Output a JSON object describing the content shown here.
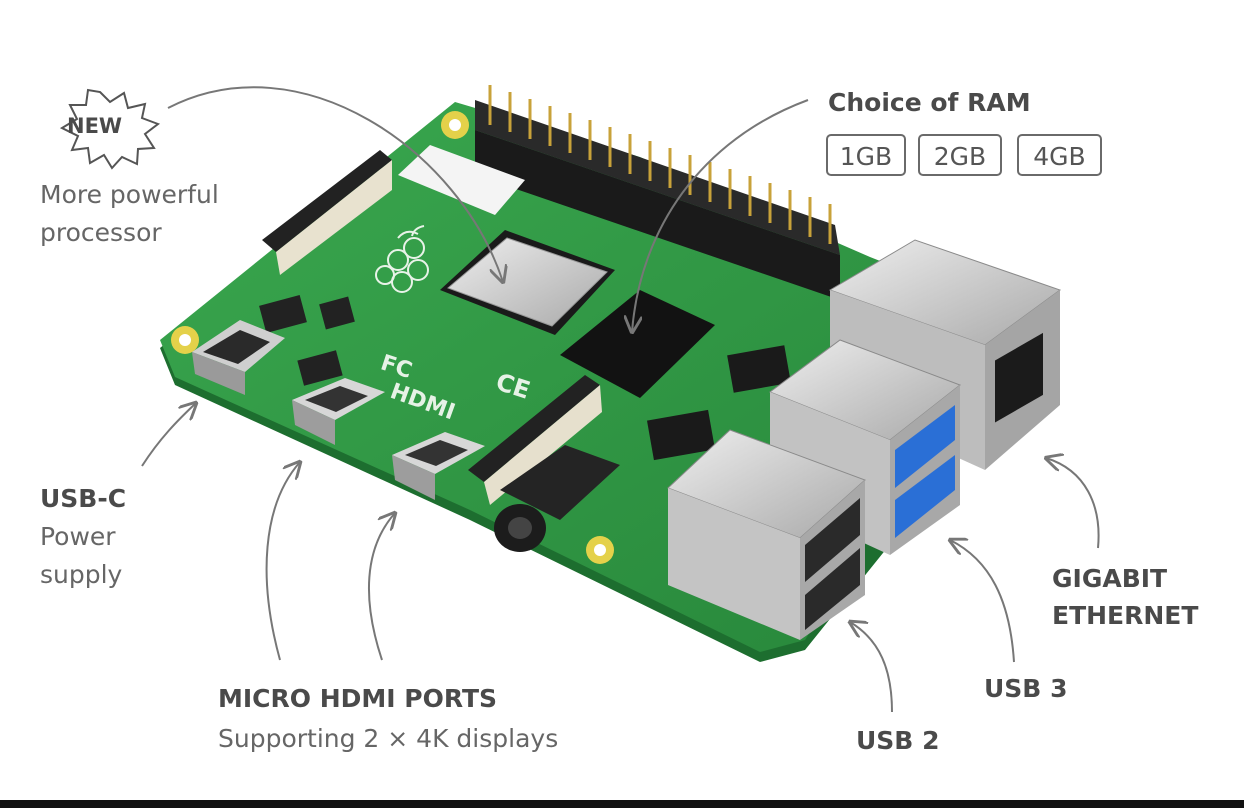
{
  "badge": {
    "label": "NEW"
  },
  "processor": {
    "line1": "More powerful",
    "line2": "processor"
  },
  "ram": {
    "title": "Choice of RAM",
    "options": [
      "1GB",
      "2GB",
      "4GB"
    ]
  },
  "usb_c": {
    "title": "USB-C",
    "line1": "Power",
    "line2": "supply"
  },
  "hdmi": {
    "title": "MICRO HDMI PORTS",
    "subtitle": "Supporting 2 × 4K displays"
  },
  "usb2": {
    "label": "USB 2"
  },
  "usb3": {
    "label": "USB 3"
  },
  "ethernet": {
    "line1": "GIGABIT",
    "line2": "ETHERNET"
  },
  "board": {
    "hdmi_print": "HDMI",
    "ce_mark": "CE",
    "fcc_mark": "FC"
  },
  "colors": {
    "pcb": "#2f9a45",
    "pcb_dark": "#1f7a34",
    "metal": "#c9c9c9",
    "usb3_blue": "#2a6fd6",
    "arrow": "#777777",
    "text": "#555555"
  }
}
